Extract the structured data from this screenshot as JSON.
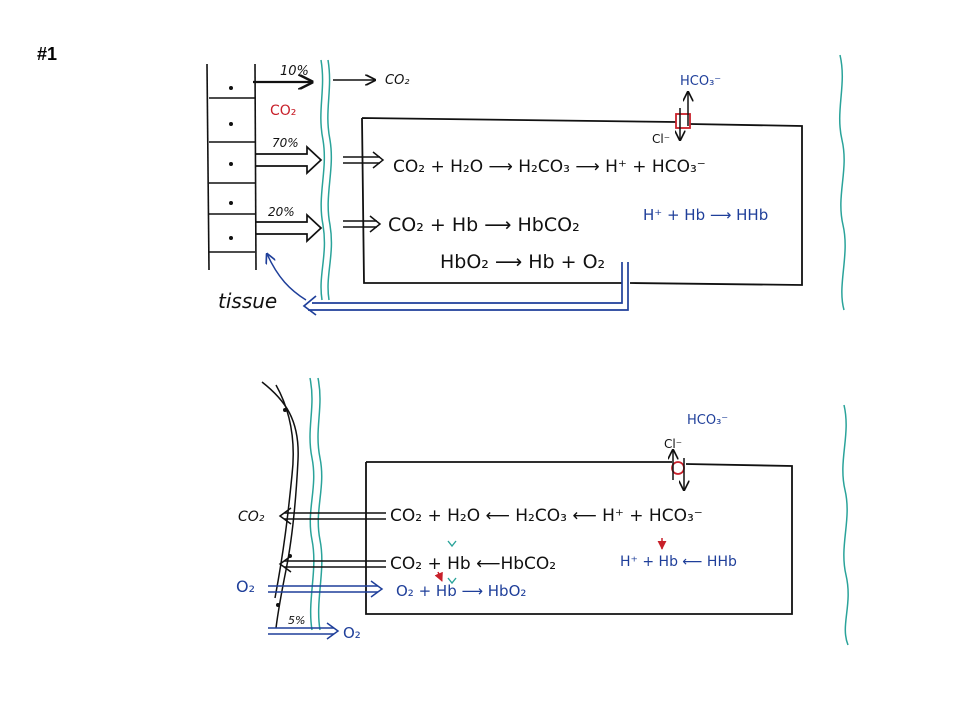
{
  "slide_number": "#1",
  "colors": {
    "ink": "#111111",
    "blue": "#1f3f9a",
    "red": "#c8202a",
    "teal": "#2aa39a"
  },
  "top": {
    "pct_10": "10%",
    "pct_70": "70%",
    "pct_20": "20%",
    "co2_red": "CO₂",
    "co2_out": "CO₂",
    "hco3_top": "HCO₃⁻",
    "cl": "Cl⁻",
    "eq1": "CO₂ + H₂O ⟶ H₂CO₃ ⟶ H⁺ + HCO₃⁻",
    "eq2": "CO₂ + Hb ⟶ HbCO₂",
    "eq2_blue": "H⁺ + Hb ⟶ HHb",
    "eq3": "HbO₂ ⟶ Hb + O₂",
    "tissue": "tissue"
  },
  "bottom": {
    "hco3_top": "HCO₃⁻",
    "cl": "Cl⁻",
    "co2_left": "CO₂",
    "o2_left": "O₂",
    "pct_5": "5%",
    "o2_bottom": "O₂",
    "eq1": "CO₂ + H₂O ⟵ H₂CO₃ ⟵ H⁺ + HCO₃⁻",
    "eq2": "CO₂ + Hb ⟵HbCO₂",
    "eq2_blue": "H⁺ + Hb ⟵ HHb",
    "eq3": "O₂ + Hb ⟶ HbO₂"
  }
}
